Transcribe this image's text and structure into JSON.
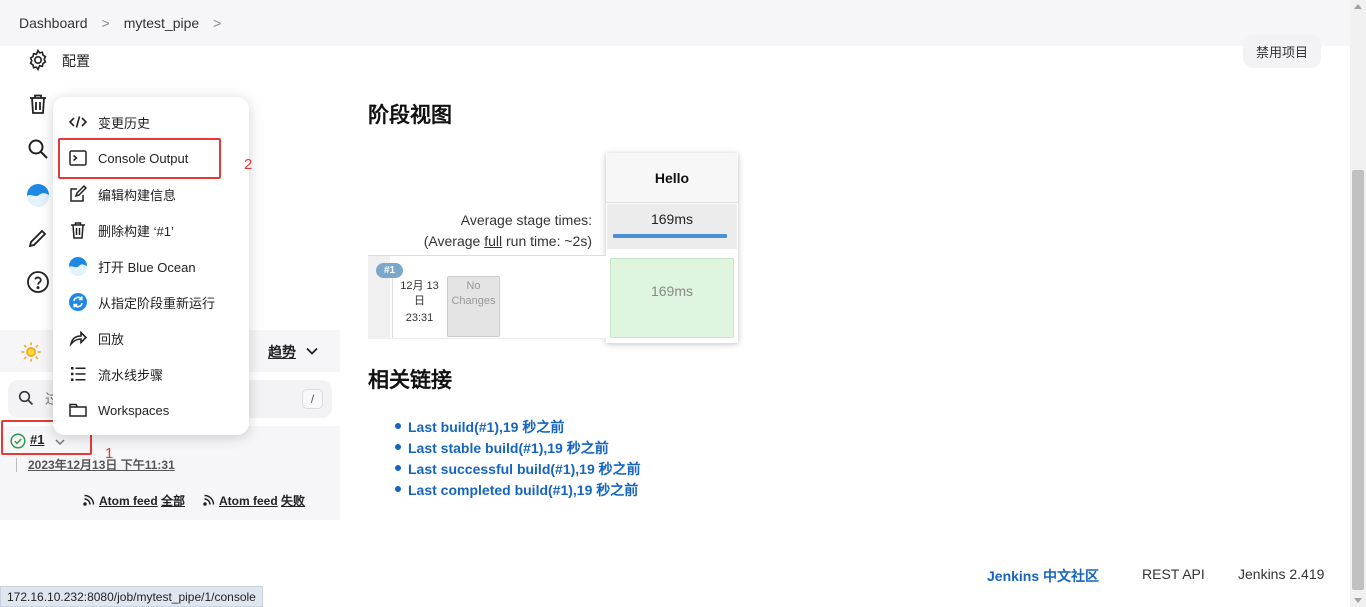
{
  "breadcrumb": {
    "items": [
      "Dashboard",
      "mytest_pipe"
    ],
    "sep": ">"
  },
  "header": {
    "disable_label": "禁用项目"
  },
  "side_nav": [
    {
      "icon": "gear-icon",
      "label": "配置"
    },
    {
      "icon": "trash-icon",
      "label": ""
    },
    {
      "icon": "search-icon",
      "label": ""
    },
    {
      "icon": "blue-ocean-icon",
      "label": ""
    },
    {
      "icon": "pencil-icon",
      "label": ""
    },
    {
      "icon": "help-icon",
      "label": ""
    }
  ],
  "dropdown_menu": [
    {
      "icon": "code-icon",
      "label": "变更历史"
    },
    {
      "icon": "terminal-icon",
      "label": "Console Output"
    },
    {
      "icon": "edit-icon",
      "label": "编辑构建信息"
    },
    {
      "icon": "trash-icon",
      "label": "删除构建 ‘#1’"
    },
    {
      "icon": "blue-ocean-icon",
      "label": "打开 Blue Ocean"
    },
    {
      "icon": "restart-icon",
      "label": "从指定阶段重新运行"
    },
    {
      "icon": "replay-icon",
      "label": "回放"
    },
    {
      "icon": "steps-icon",
      "label": "流水线步骤"
    },
    {
      "icon": "folder-icon",
      "label": "Workspaces"
    }
  ],
  "build_history": {
    "trend_label": "趋势",
    "filter_placeholder": "过",
    "filter_shortcut": "/",
    "build": {
      "number": "#1",
      "date": "2023年12月13日 下午11:31"
    },
    "feeds": [
      {
        "prefix": "Atom feed",
        "suffix": "全部"
      },
      {
        "prefix": "Atom feed",
        "suffix": "失败"
      }
    ]
  },
  "annotations": {
    "one": "1",
    "two": "2"
  },
  "stage_view": {
    "title": "阶段视图",
    "stage_name": "Hello",
    "avg_stage_label": "Average stage times:",
    "avg_run_prefix": "(Average ",
    "avg_run_link": "full",
    "avg_run_suffix": " run time: ~2s)",
    "avg_time": "169ms",
    "run": {
      "badge": "#1",
      "date_line1": "12月 13",
      "date_line2": "日",
      "time": "23:31",
      "changes_line1": "No",
      "changes_line2": "Changes",
      "cell_time": "169ms"
    }
  },
  "related_links": {
    "title": "相关链接",
    "items": [
      "Last build(#1),19 秒之前",
      "Last stable build(#1),19 秒之前",
      "Last successful build(#1),19 秒之前",
      "Last completed build(#1),19 秒之前"
    ]
  },
  "footer": {
    "community": "Jenkins 中文社区",
    "rest_api": "REST API",
    "version": "Jenkins 2.419"
  },
  "status_url": "172.16.10.232:8080/job/mytest_pipe/1/console",
  "colors": {
    "link": "#1565c0",
    "annotation": "#e53935",
    "success": "#2e9d4b",
    "stage_success": "#dff5df"
  }
}
